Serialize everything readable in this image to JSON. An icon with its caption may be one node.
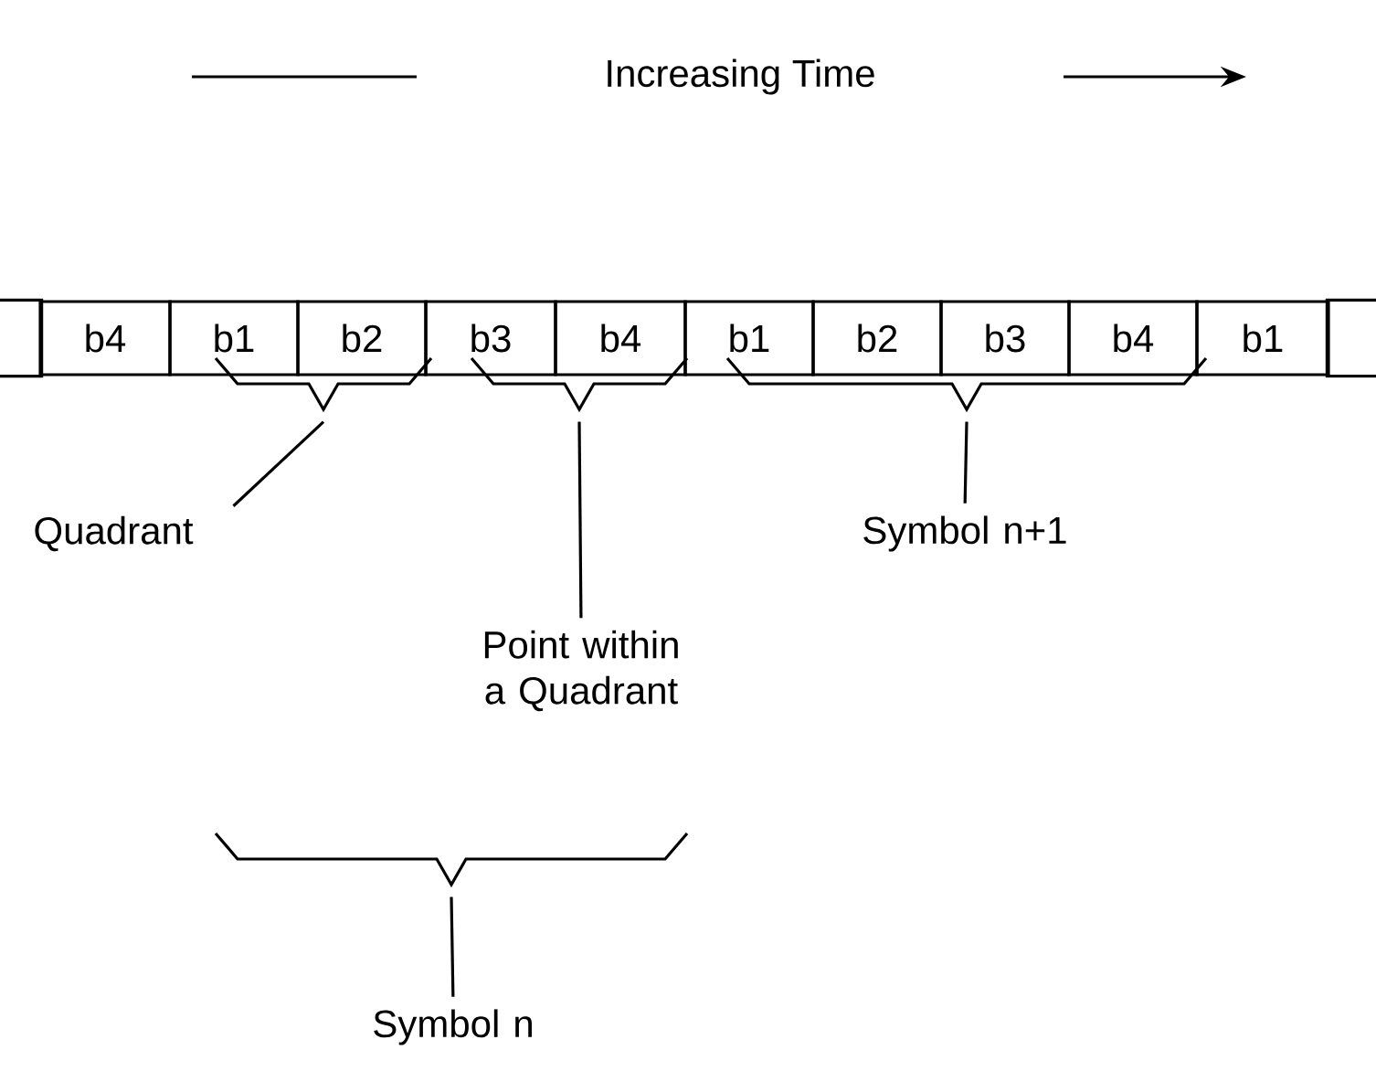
{
  "diagram": {
    "title": "Increasing Time",
    "nodes": [
      {
        "text": [],
        "shape": "box"
      },
      {
        "text": [
          "b4"
        ]
      },
      {
        "text": [
          "b1"
        ]
      },
      {
        "text": [
          "b2"
        ]
      },
      {
        "text": [
          "b3"
        ]
      },
      {
        "text": [
          "b4"
        ]
      },
      {
        "text": [
          "b1"
        ]
      },
      {
        "text": [
          "b2"
        ]
      },
      {
        "text": [
          "b3"
        ]
      },
      {
        "text": [
          "b4"
        ]
      },
      {
        "text": [
          "b1"
        ]
      },
      {
        "text": [],
        "shape": "box"
      },
      {
        "text": [],
        "shape": "bracket"
      },
      {
        "text": [],
        "shape": "bracket"
      },
      {
        "text": [],
        "shape": "bracket"
      },
      {
        "text": [],
        "shape": "bracket"
      },
      {
        "text": [
          "Quadrant"
        ]
      },
      {
        "text": [
          "Point within a Quadrant"
        ]
      },
      {
        "text": [
          "Symbol n+1"
        ]
      },
      {
        "text": [
          "Symbol n"
        ]
      }
    ],
    "edges": [
      {
        "from": 16,
        "to": 12,
        "arrow": "none"
      },
      {
        "from": 17,
        "to": 13,
        "arrow": "none"
      },
      {
        "from": 18,
        "to": 14,
        "arrow": "none"
      },
      {
        "from": 19,
        "to": 15,
        "arrow": "none"
      }
    ]
  }
}
